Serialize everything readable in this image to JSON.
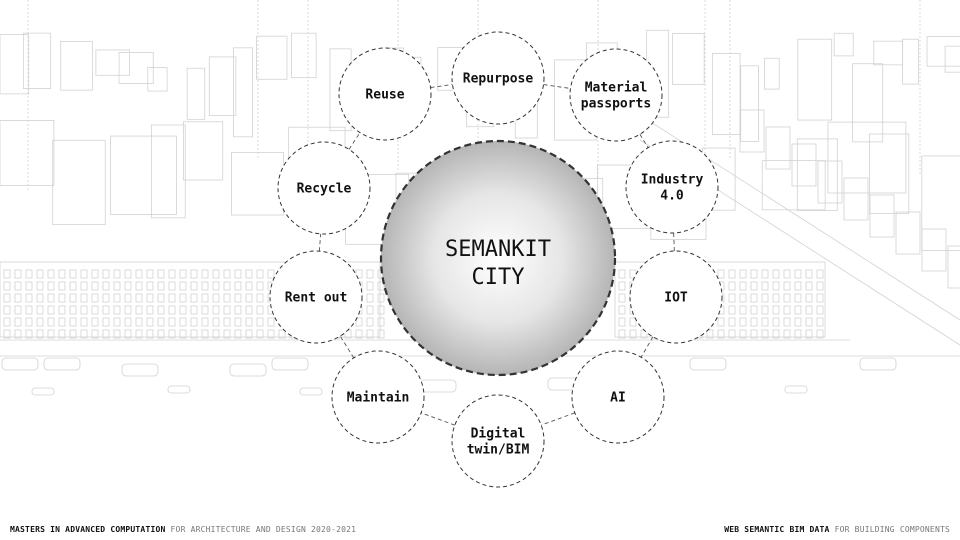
{
  "center": {
    "line1": "SEMANKIT",
    "line2": "CITY"
  },
  "nodes": [
    {
      "id": "reuse",
      "lines": [
        "Reuse"
      ]
    },
    {
      "id": "repurpose",
      "lines": [
        "Repurpose"
      ]
    },
    {
      "id": "material-passports",
      "lines": [
        "Material",
        "passports"
      ]
    },
    {
      "id": "industry-4-0",
      "lines": [
        "Industry",
        "4.0"
      ]
    },
    {
      "id": "iot",
      "lines": [
        "IOT"
      ]
    },
    {
      "id": "ai",
      "lines": [
        "AI"
      ]
    },
    {
      "id": "digital-twin-bim",
      "lines": [
        "Digital",
        "twin/BIM"
      ]
    },
    {
      "id": "maintain",
      "lines": [
        "Maintain"
      ]
    },
    {
      "id": "rent-out",
      "lines": [
        "Rent out"
      ]
    },
    {
      "id": "recycle",
      "lines": [
        "Recycle"
      ]
    }
  ],
  "footer": {
    "left_bold": "MASTERS IN ADVANCED COMPUTATION",
    "left_rest": " FOR ARCHITECTURE AND DESIGN 2020-2021",
    "right_bold": "WEB SEMANTIC BIM DATA",
    "right_rest": " FOR BUILDING COMPONENTS"
  },
  "colors": {
    "line": "#333333",
    "background_sketch": "#d4d4d4",
    "text": "#111111"
  }
}
